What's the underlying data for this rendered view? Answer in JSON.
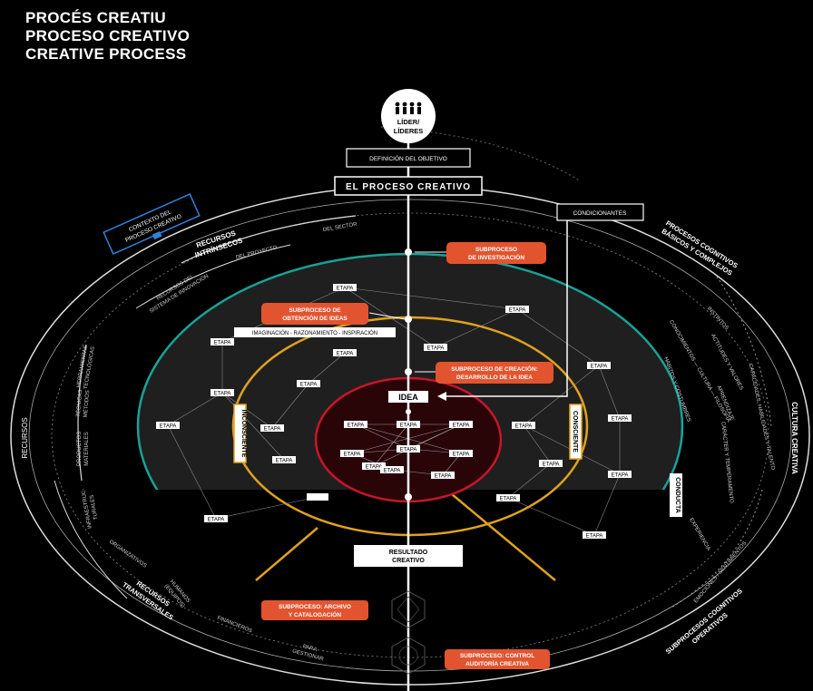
{
  "title": {
    "line1": "PROCÉS CREATIU",
    "line2": "PROCESO CREATIVO",
    "line3": "CREATIVE PROCESS"
  },
  "leader": {
    "line1": "LÍDER/",
    "line2": "LÍDERES"
  },
  "center_column": {
    "definicion": "DEFINICIÓN DEL OBJETIVO",
    "proceso": "EL PROCESO CREATIVO",
    "idea": "IDEA",
    "resultado1": "RESULTADO",
    "resultado2": "CREATIVO",
    "condicionantes": "CONDICIONANTES"
  },
  "subprocesses": {
    "investigacion1": "SUBPROCESO",
    "investigacion2": "DE INVESTIGACIÓN",
    "obtencion1": "SUBPROCESO DE",
    "obtencion2": "OBTENCIÓN DE IDEAS",
    "creacion1": "SUBPROCESO DE CREACIÓN:",
    "creacion2": "DESARROLLO DE LA IDEA",
    "archivo1": "SUBPROCESO: ARCHIVO",
    "archivo2": "Y CATALOGACIÓN",
    "control1": "SUBPROCESO: CONTROL",
    "control2": "AUDITORÍA CREATIVA"
  },
  "imaginacion": "IMAGINACIÓN - RAZONAMIENTO - INSPIRACIÓN",
  "etapa": "ETAPA",
  "inconsciente": "INCONSCIENTE",
  "consciente": "CONSCIENTE",
  "left_labels": {
    "contexto1": "CONTEXTO DEL",
    "contexto2": "PROCESO CREATIVO",
    "recursos_intr1": "RECURSOS",
    "recursos_intr2": "INTRÍNSECOS",
    "del_sector": "DEL SECTOR",
    "del_proyecto": "DEL PROYECTO",
    "sistema1": "RECURSOS DEL",
    "sistema2": "SISTEMA DE INNOVACIÓN",
    "recursos": "RECURSOS",
    "herramientas1": "HERRAMIENTAS",
    "herramientas2": "TECNOLÓGICAS",
    "tecnicas1": "TÉCNICAS",
    "tecnicas2": "MÉTODOS",
    "productos1": "PRODUCTOS",
    "productos2": "MATERIALES",
    "infra1": "INFRAESTRUC-",
    "infra2": "TURALES",
    "organizativos": "ORGANIZATIVOS",
    "humanos1": "HUMANOS",
    "humanos2": "(EQUIPOS)",
    "transversales1": "RECURSOS",
    "transversales2": "TRANSVERSALES",
    "financieros": "FINANCIEROS",
    "gestionar1": "PARA",
    "gestionar2": "GESTIONAR"
  },
  "right_labels": {
    "procesos1": "PROCESOS COGNITIVOS",
    "procesos2": "BÁSICOS Y COMPLEJOS",
    "instintos": "INSTINTOS",
    "conocimientos": "CONOCIMIENTOS — CULTURA — FILOSOFÍA",
    "actitudes": "ACTITUDES Y VALORES",
    "habitos": "HÁBITOS Y COSTUMBRES",
    "aprendizaje": "APRENDIZAJE",
    "capacidades": "CAPACIDADES, HABILIDADES Y TALENTO",
    "caracter": "CARÁCTER Y TEMPERAMENTO",
    "experiencia": "EXPERIENCIA",
    "cultura": "CULTURA CREATIVA",
    "conducta": "CONDUCTA",
    "emociones": "EMOCIONES / SENTIMIENTOS",
    "subprocesos1": "SUBPROCESOS COGNITIVOS",
    "subprocesos2": "OPERATIVOS"
  },
  "colors": {
    "teal": "#17a398",
    "gold": "#e0a21c",
    "red": "#c9152a",
    "orange": "#e2542f",
    "blue": "#2f83d6"
  }
}
